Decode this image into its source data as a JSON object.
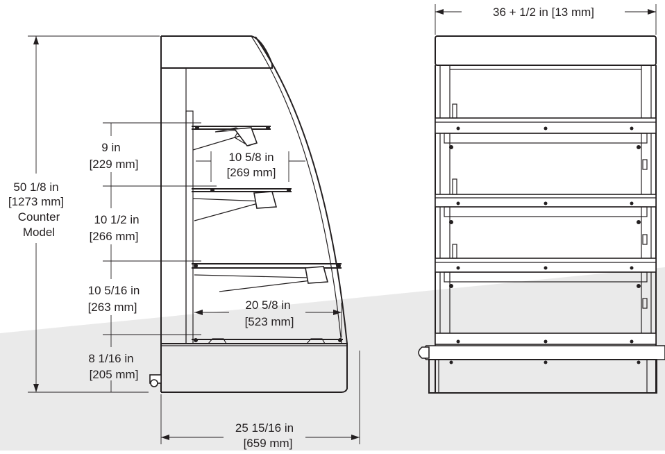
{
  "side_view": {
    "overall_height": {
      "line1": "50 1/8 in",
      "line2": "[1273 mm]",
      "line3": "Counter",
      "line4": "Model"
    },
    "shelf_gap_1": {
      "line1": "9 in",
      "line2": "[229 mm]"
    },
    "shelf_gap_2": {
      "line1": "10 1/2 in",
      "line2": "[266 mm]"
    },
    "shelf_gap_3": {
      "line1": "10 5/16 in",
      "line2": "[263 mm]"
    },
    "base_height": {
      "line1": "8 1/16 in",
      "line2": "[205 mm]"
    },
    "top_shelf_depth": {
      "line1": "10 5/8 in",
      "line2": "[269 mm]"
    },
    "bottom_shelf_depth": {
      "line1": "20 5/8 in",
      "line2": "[523 mm]"
    },
    "overall_depth": {
      "line1": "25 15/16 in",
      "line2": "[659 mm]"
    }
  },
  "front_view": {
    "overall_width": "36 + 1/2  in [13 mm]"
  },
  "colors": {
    "line": "#231f20",
    "background": "#ffffff",
    "swoosh": "#dcdcdc"
  }
}
